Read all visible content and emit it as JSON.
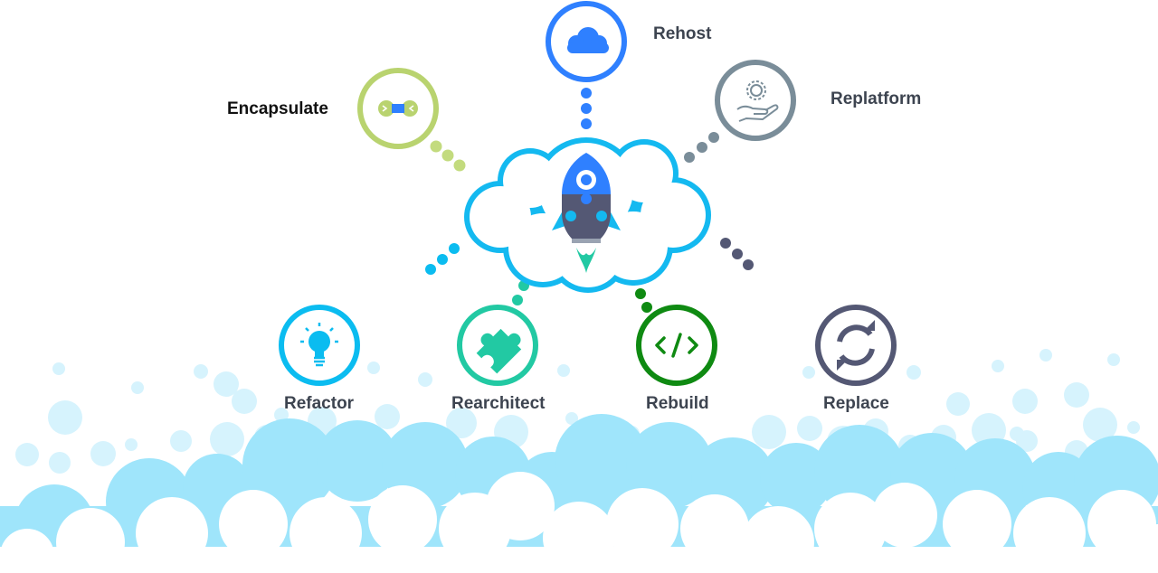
{
  "strategies": [
    {
      "id": "rehost",
      "label": "Rehost",
      "icon": "cloud-icon",
      "color": "#2f80ff"
    },
    {
      "id": "replatform",
      "label": "Replatform",
      "icon": "gear-in-hand-icon",
      "color": "#7a8d99"
    },
    {
      "id": "encapsulate",
      "label": "Encapsulate",
      "icon": "plug-connector-icon",
      "color": "#b9d36f"
    },
    {
      "id": "refactor",
      "label": "Refactor",
      "icon": "lightbulb-icon",
      "color": "#0bbcf0"
    },
    {
      "id": "rearchitect",
      "label": "Rearchitect",
      "icon": "puzzle-piece-icon",
      "color": "#22c9a3"
    },
    {
      "id": "rebuild",
      "label": "Rebuild",
      "icon": "code-brackets-icon",
      "color": "#0f8a12"
    },
    {
      "id": "replace",
      "label": "Replace",
      "icon": "refresh-arrows-icon",
      "color": "#545874"
    }
  ],
  "center": {
    "icon": "rocket-icon",
    "cloud_color": "#14b9f0",
    "rocket_color": "#2f80ff",
    "rocket_body_color": "#545874"
  },
  "background": {
    "cloud_color": "#9be3fb",
    "bubble_color": "#c9effc"
  }
}
